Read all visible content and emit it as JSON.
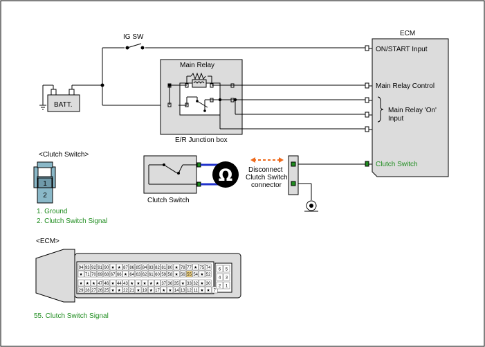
{
  "switch": {
    "ig_sw": "IG SW"
  },
  "battery": {
    "label": "BATT."
  },
  "relay": {
    "title": "Main Relay",
    "box_label": "E/R Junction box"
  },
  "ecm": {
    "title": "ECM",
    "pins": {
      "on_start": "ON/START Input",
      "main_relay_control": "Main Relay Control",
      "main_relay_on_1": "Main Relay 'On'",
      "main_relay_on_2": "Input",
      "clutch_switch": "Clutch Switch"
    }
  },
  "clutch": {
    "component_label": "Clutch Switch",
    "disconnect_1": "Disconnect",
    "disconnect_2": "Clutch Switch",
    "disconnect_3": "connector",
    "meter_symbol": "Ω"
  },
  "clutch_connector": {
    "title": "<Clutch Switch>",
    "pin_1": "1",
    "pin_2": "2",
    "legend_1": "1. Ground",
    "legend_2": "2. Clutch Switch Signal"
  },
  "ecm_connector": {
    "title": "<ECM>",
    "legend": "55. Clutch Switch Signal",
    "row1": [
      "94",
      "93",
      "92",
      "91",
      "90",
      "★",
      "★",
      "87",
      "86",
      "85",
      "84",
      "83",
      "82",
      "81",
      "80",
      "★",
      "78",
      "77",
      "★",
      "75",
      "74"
    ],
    "row2": [
      "★",
      "71",
      "70",
      "69",
      "68",
      "67",
      "66",
      "★",
      "64",
      "63",
      "62",
      "61",
      "60",
      "59",
      "58",
      "★",
      "56",
      "55",
      "54",
      "★",
      "52"
    ],
    "row3": [
      "★",
      "★",
      "★",
      "47",
      "46",
      "★",
      "44",
      "43",
      "★",
      "★",
      "★",
      "★",
      "★",
      "37",
      "36",
      "35",
      "★",
      "33",
      "32",
      "★",
      "30"
    ],
    "row4": [
      "29",
      "28",
      "27",
      "26",
      "25",
      "★",
      "★",
      "22",
      "21",
      "★",
      "19",
      "★",
      "17",
      "★",
      "★",
      "14",
      "13",
      "12",
      "11",
      "★",
      "★",
      "7"
    ],
    "side_pins": [
      "6",
      "5",
      "4",
      "3",
      "2",
      "1"
    ]
  },
  "colors": {
    "clutch_green": "#1e8c1e",
    "meter_blue": "#2233cc",
    "disconnect_arrow": "#ee6a1c",
    "box_fill": "#dcdcdc",
    "connector_teal": "#8ab8c8"
  }
}
